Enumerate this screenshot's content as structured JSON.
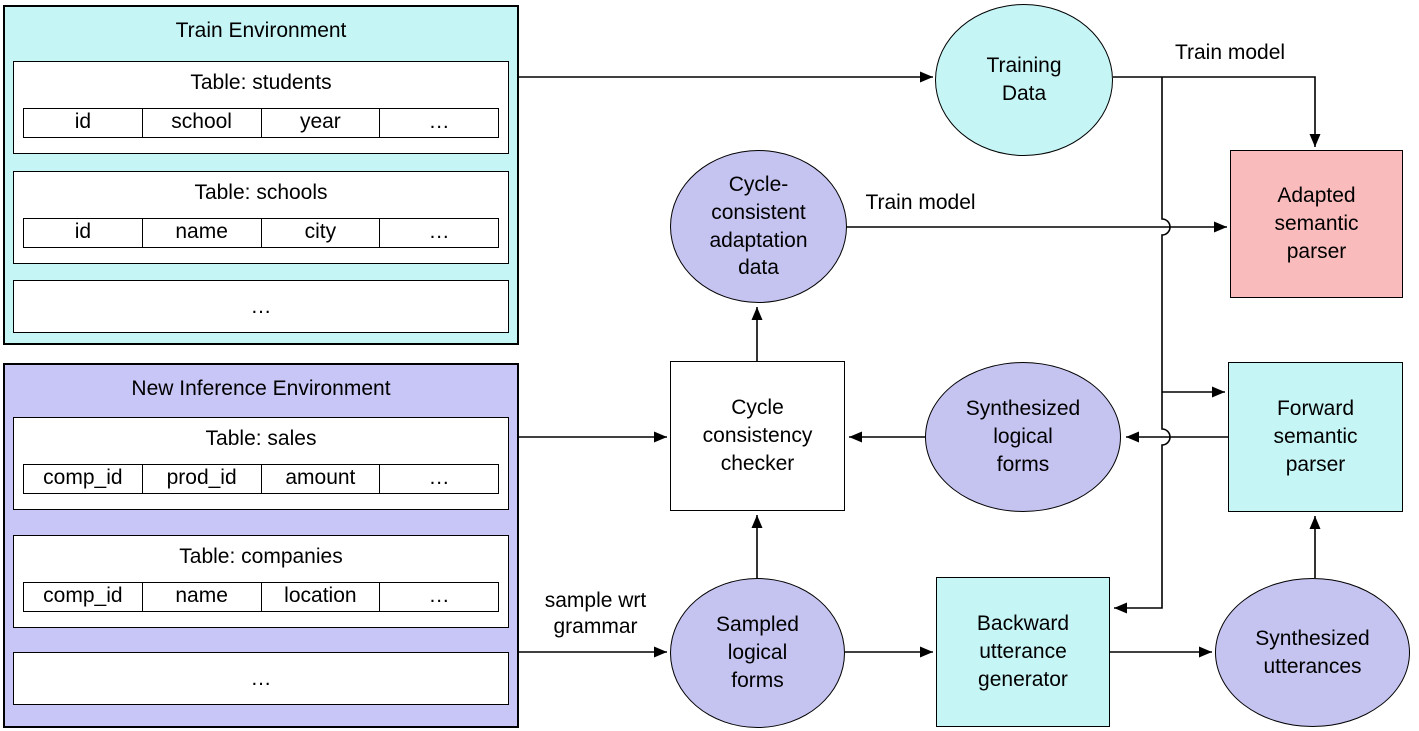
{
  "colors": {
    "cyan_fill": "#c6f5f6",
    "lavender_container_fill": "#c8c6f6",
    "lavender_node_fill": "#c5c3f0",
    "pink_fill": "#f9bbbb",
    "line_stroke": "#000000"
  },
  "train_env": {
    "title": "Train Environment",
    "tables": [
      {
        "title": "Table: students",
        "columns": [
          "id",
          "school",
          "year",
          "…"
        ]
      },
      {
        "title": "Table: schools",
        "columns": [
          "id",
          "name",
          "city",
          "…"
        ]
      }
    ],
    "ellipsis": "…"
  },
  "inference_env": {
    "title": "New Inference Environment",
    "tables": [
      {
        "title": "Table: sales",
        "columns": [
          "comp_id",
          "prod_id",
          "amount",
          "…"
        ]
      },
      {
        "title": "Table: companies",
        "columns": [
          "comp_id",
          "name",
          "location",
          "…"
        ]
      }
    ],
    "ellipsis": "…"
  },
  "nodes": {
    "training_data": {
      "lines": [
        "Training",
        "Data"
      ]
    },
    "cycle_consistent_adaptation_data": {
      "lines": [
        "Cycle-",
        "consistent",
        "adaptation",
        "data"
      ]
    },
    "adapted_semantic_parser": {
      "lines": [
        "Adapted",
        "semantic",
        "parser"
      ]
    },
    "synthesized_logical_forms": {
      "lines": [
        "Synthesized",
        "logical",
        "forms"
      ]
    },
    "forward_semantic_parser": {
      "lines": [
        "Forward",
        "semantic",
        "parser"
      ]
    },
    "cycle_consistency_checker": {
      "lines": [
        "Cycle",
        "consistency",
        "checker"
      ]
    },
    "sampled_logical_forms": {
      "lines": [
        "Sampled",
        "logical",
        "forms"
      ]
    },
    "backward_utterance_generator": {
      "lines": [
        "Backward",
        "utterance",
        "generator"
      ]
    },
    "synthesized_utterances": {
      "lines": [
        "Synthesized",
        "utterances"
      ]
    }
  },
  "edge_labels": {
    "train_model_top": "Train model",
    "train_model_mid": "Train model",
    "sample_wrt_grammar": [
      "sample wrt",
      "grammar"
    ]
  }
}
